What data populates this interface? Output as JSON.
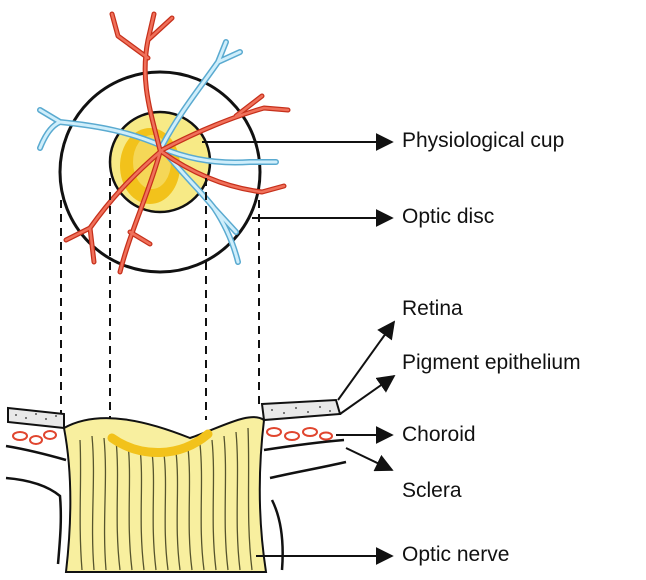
{
  "labels": {
    "physiological_cup": "Physiological cup",
    "optic_disc": "Optic disc",
    "retina": "Retina",
    "pigment_epithelium": "Pigment epithelium",
    "choroid": "Choroid",
    "sclera": "Sclera",
    "optic_nerve": "Optic nerve"
  },
  "colors": {
    "artery": "#e0452e",
    "vein": "#8fcde8",
    "cup": "#f2c21b",
    "disc_rim": "#f7ea86",
    "nerve": "#f8ef9f",
    "outline": "#111111"
  }
}
